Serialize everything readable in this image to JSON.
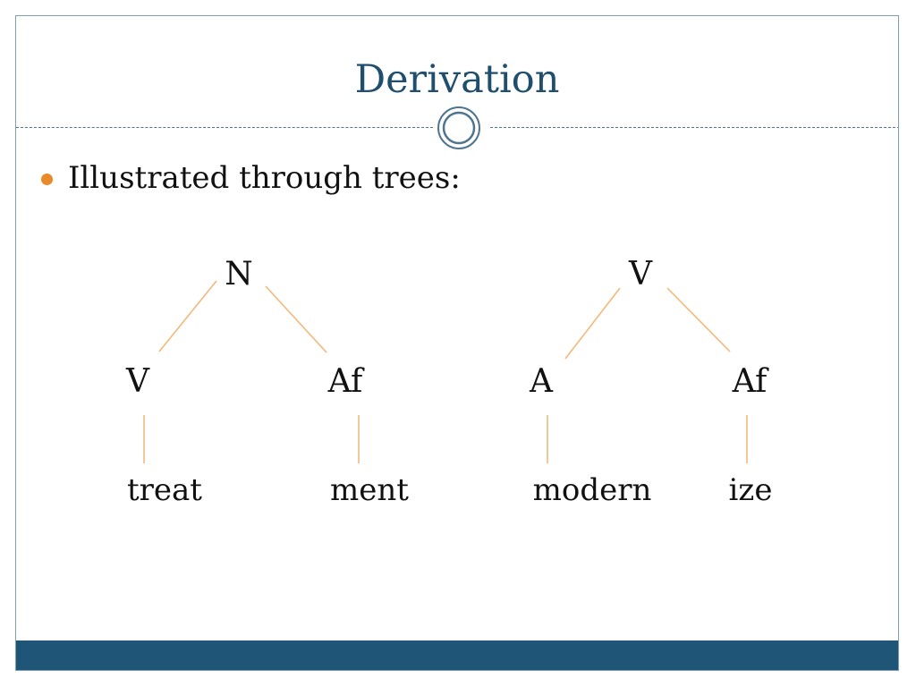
{
  "slide": {
    "title": "Derivation",
    "bullet": "Illustrated through trees:"
  },
  "trees": [
    {
      "root": "N",
      "children": [
        {
          "label": "V",
          "word": "treat"
        },
        {
          "label": "Af",
          "word": "ment"
        }
      ]
    },
    {
      "root": "V",
      "children": [
        {
          "label": "A",
          "word": "modern"
        },
        {
          "label": "Af",
          "word": "ize"
        }
      ]
    }
  ],
  "colors": {
    "title": "#1f4e6e",
    "branch": "#f2b97a",
    "bullet": "#e8892a",
    "footer": "#1f5577",
    "border": "#7f9fb3"
  }
}
